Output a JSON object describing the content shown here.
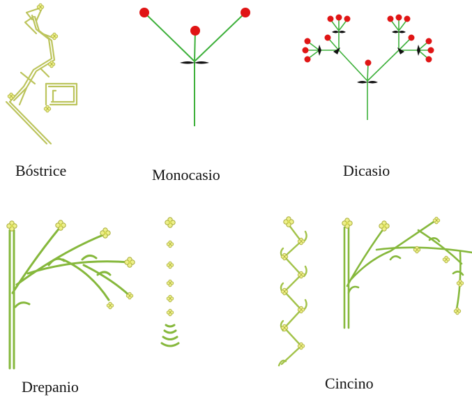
{
  "labels": {
    "bostrice": "Bóstrice",
    "monocasio": "Monocasio",
    "dicasio": "Dicasio",
    "drepanio": "Drepanio",
    "cincino": "Cincino"
  },
  "colors": {
    "stem_yellow": "#c8cf6a",
    "stem_green_light": "#a3c34a",
    "stem_green_dark": "#7fb23a",
    "stem_green": "#3db03a",
    "flower_red": "#e01515",
    "bud_yellow": "#e8ea7a",
    "bract_dark": "#111111",
    "text": "#111111"
  }
}
